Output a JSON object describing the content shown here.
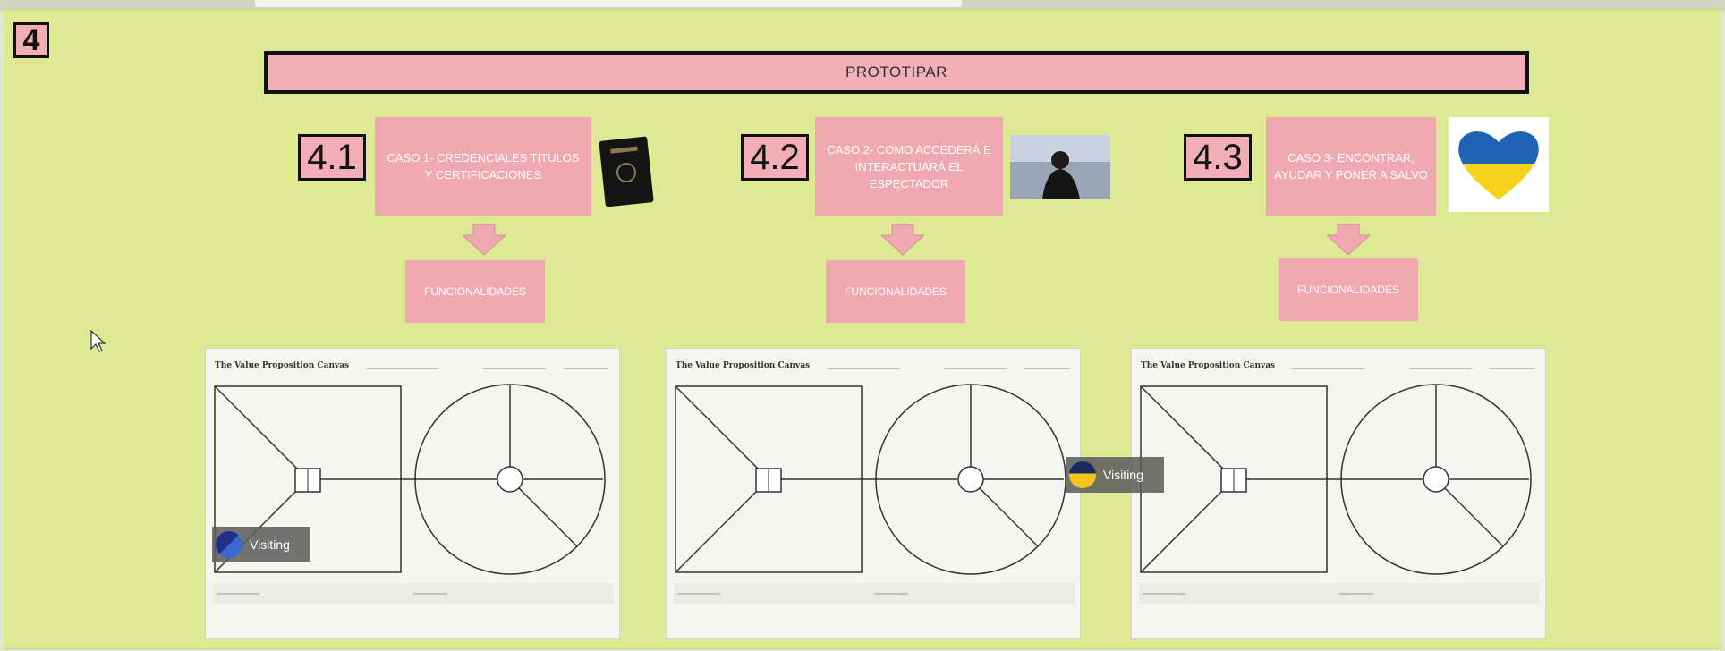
{
  "section": {
    "number": "4"
  },
  "header": {
    "title": "PROTOTIPAR"
  },
  "cases": [
    {
      "number": "4.1",
      "title": "CASO 1- CREDENCIALES TITULOS Y CERTIFICACIONES",
      "function_label": "FUNCIONALIDADES",
      "image_icon": "passport-icon"
    },
    {
      "number": "4.2",
      "title": "CASO 2- COMO ACCEDERÁ E INTERACTUARÁ EL ESPECTADOR",
      "function_label": "FUNCIONALIDADES",
      "image_icon": "person-photo"
    },
    {
      "number": "4.3",
      "title": "CASO 3- ENCONTRAR, AYUDAR Y PONER A SALVO",
      "function_label": "FUNCIONALIDADES",
      "image_icon": "ukraine-heart-icon"
    }
  ],
  "canvases": [
    {
      "title": "The Value Proposition Canvas"
    },
    {
      "title": "The Value Proposition Canvas"
    },
    {
      "title": "The Value Proposition Canvas"
    }
  ],
  "presence": [
    {
      "label": "Visiting"
    },
    {
      "label": "Visiting"
    }
  ],
  "colors": {
    "board": "#dde993",
    "pink": "#f0a8b1",
    "title_pink": "#f2b0b9",
    "border": "#111111"
  }
}
